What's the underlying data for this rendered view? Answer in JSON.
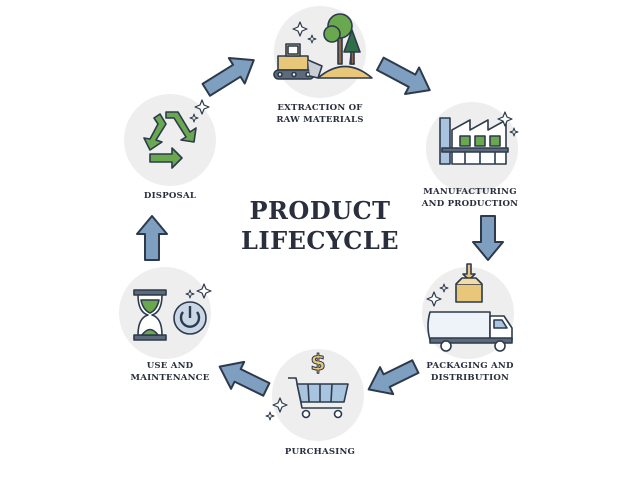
{
  "title": {
    "line1": "PRODUCT",
    "line2": "LIFECYCLE"
  },
  "stages": [
    {
      "id": "extraction",
      "lines": [
        "EXTRACTION OF",
        "RAW MATERIALS"
      ],
      "icon": "bulldozer-tree-icon"
    },
    {
      "id": "manufacturing",
      "lines": [
        "MANUFACTURING",
        "AND PRODUCTION"
      ],
      "icon": "factory-icon"
    },
    {
      "id": "packaging",
      "lines": [
        "PACKAGING AND",
        "DISTRIBUTION"
      ],
      "icon": "delivery-truck-icon"
    },
    {
      "id": "purchasing",
      "lines": [
        "PURCHASING"
      ],
      "icon": "shopping-cart-icon"
    },
    {
      "id": "use",
      "lines": [
        "USE AND",
        "MAINTENANCE"
      ],
      "icon": "hourglass-power-icon"
    },
    {
      "id": "disposal",
      "lines": [
        "DISPOSAL"
      ],
      "icon": "recycle-icon"
    }
  ],
  "colors": {
    "text": "#2a2e3d",
    "arrow_fill": "#7f9fc1",
    "arrow_stroke": "#2d3a4c",
    "icon_bg": "#eeeeef",
    "green": "#6aa84f",
    "blue": "#a8c4df",
    "sand": "#e8c77a"
  }
}
